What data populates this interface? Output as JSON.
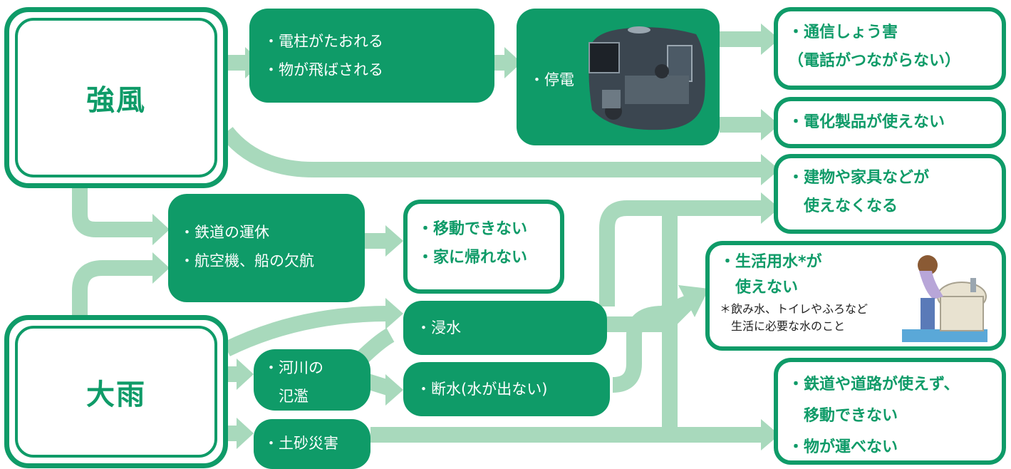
{
  "sources": {
    "wind": "強風",
    "rain": "大雨"
  },
  "green_nodes": {
    "pole": [
      "・電柱がたおれる",
      "・物が飛ばされる"
    ],
    "outage": "・停電",
    "rail": [
      "・鉄道の運休",
      "・航空機、船の欠航"
    ],
    "river": [
      "・河川の",
      "　氾濫"
    ],
    "flood": "・浸水",
    "watercut": "・断水(水が出ない)",
    "landslide": "・土砂災害"
  },
  "result_nodes": {
    "comm": [
      "・通信しょう害",
      "（電話がつながらない）"
    ],
    "appliance": "・電化製品が使えない",
    "building": [
      "・建物や家具などが",
      "　使えなくなる"
    ],
    "move": [
      "・移動できない",
      "・家に帰れない"
    ],
    "water": [
      "・生活用水*が",
      "　使えない"
    ],
    "water_note": [
      "＊飲み水、トイレやふろなど",
      "　生活に必要な水のこと"
    ],
    "transport": [
      "・鉄道や道路が使えず、",
      "　移動できない",
      "・物が運べない"
    ]
  },
  "colors": {
    "dark_green": "#0f9b68",
    "arrow_green": "#a8d9bc",
    "white": "#ffffff"
  },
  "images": {
    "outage": "dark-room-illustration",
    "water": "girl-washing-face-illustration"
  }
}
